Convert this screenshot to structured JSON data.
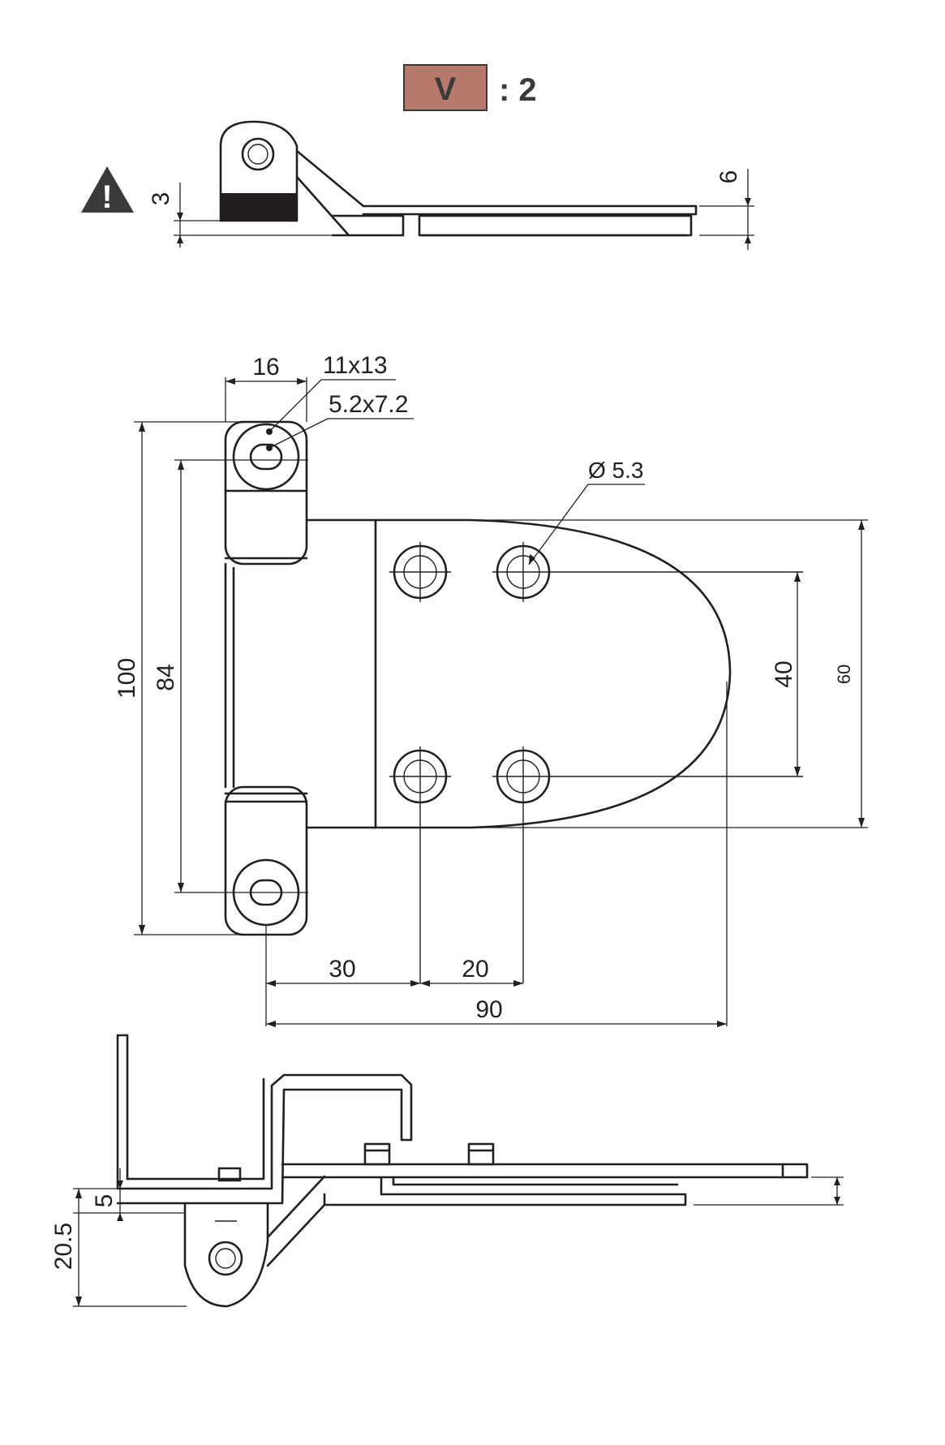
{
  "badge": {
    "letter": "V",
    "ratio": ": 2",
    "fill_color": "#b57a6b"
  },
  "warning": {
    "icon": "warning-triangle-icon",
    "glyph": "!"
  },
  "top_view": {
    "dim_3": "3",
    "dim_6": "6"
  },
  "front_view": {
    "dim_16": "16",
    "slot_outer": "11x13",
    "slot_inner": "5.2x7.2",
    "hole_diameter": "Ø 5.3",
    "dim_100": "100",
    "dim_84": "84",
    "dim_40": "40",
    "dim_60": "60",
    "dim_30": "30",
    "dim_20": "20",
    "dim_90": "90"
  },
  "side_view": {
    "dim_5": "5",
    "dim_20_5": "20.5"
  }
}
